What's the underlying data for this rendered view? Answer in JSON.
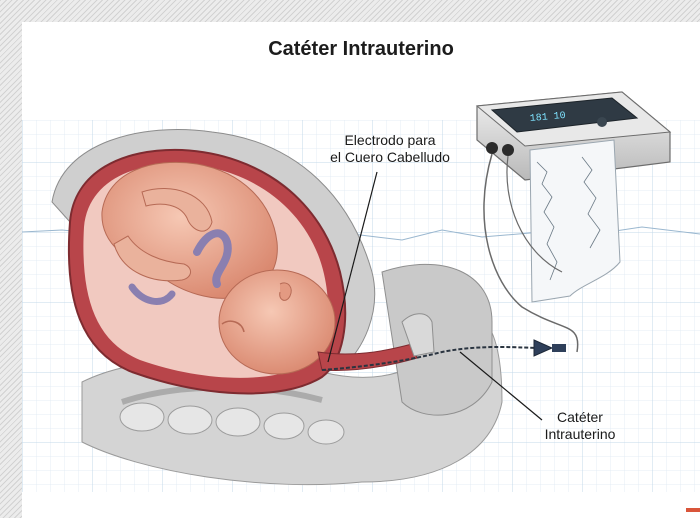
{
  "title": "Catéter Intrauterino",
  "labels": {
    "scalp_electrode_line1": "Electrodo para",
    "scalp_electrode_line2": "el Cuero Cabelludo",
    "catheter_line1": "Catéter",
    "catheter_line2": "Intrauterino"
  },
  "monitor_display": "181 10",
  "colors": {
    "skin": "#e8a58c",
    "uterus": "#b8454a",
    "grid": "#cfe0ee",
    "tissue_gray": "#bdbdbd"
  }
}
